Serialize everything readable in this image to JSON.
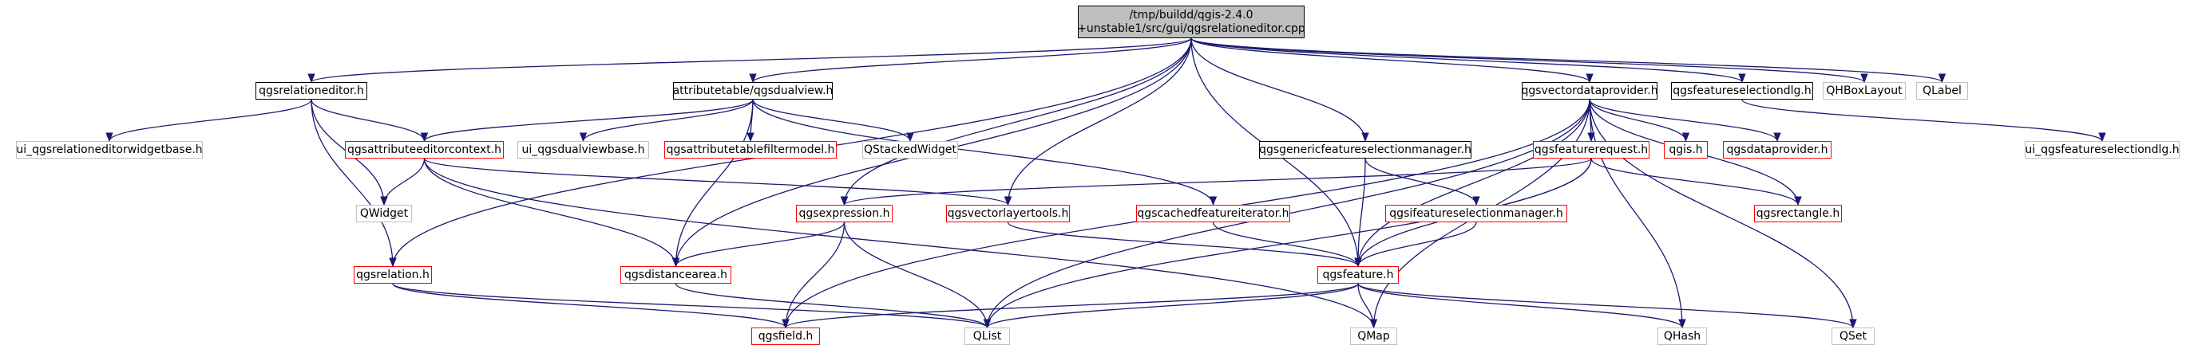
{
  "colors": {
    "edge": "#191970",
    "missing_border": "#ff0000",
    "local_border": "#000000",
    "system_border": "#bfbfbf",
    "root_fill": "#bfbfbf"
  },
  "nodes": {
    "root": {
      "line1": "/tmp/buildd/qgis-2.4.0",
      "line2": "+unstable1/src/gui/qgsrelationeditor.cpp"
    },
    "qgsrelationeditor_h": "qgsrelationeditor.h",
    "attributetable_qgsdualview_h": "attributetable/qgsdualview.h",
    "qgsvectordataprovider_h": "qgsvectordataprovider.h",
    "qgsfeatureselectiondlg_h": "qgsfeatureselectiondlg.h",
    "QHBoxLayout": "QHBoxLayout",
    "QLabel": "QLabel",
    "ui_qgsrelationeditorwidgetbase_h": "ui_qgsrelationeditorwidgetbase.h",
    "qgsattributeeditorcontext_h": "qgsattributeeditorcontext.h",
    "ui_qgsdualviewbase_h": "ui_qgsdualviewbase.h",
    "qgsattributetablefiltermodel_h": "qgsattributetablefiltermodel.h",
    "QStackedWidget": "QStackedWidget",
    "qgsgenericfeatureselectionmanager_h": "qgsgenericfeatureselectionmanager.h",
    "qgsfeaturerequest_h": "qgsfeaturerequest.h",
    "qgis_h": "qgis.h",
    "qgsdataprovider_h": "qgsdataprovider.h",
    "ui_qgsfeatureselectiondlg_h": "ui_qgsfeatureselectiondlg.h",
    "QWidget": "QWidget",
    "qgsexpression_h": "qgsexpression.h",
    "qgsvectorlayertools_h": "qgsvectorlayertools.h",
    "qgscachedfeatureiterator_h": "qgscachedfeatureiterator.h",
    "qgsifeatureselectionmanager_h": "qgsifeatureselectionmanager.h",
    "qgsrectangle_h": "qgsrectangle.h",
    "qgsrelation_h": "qgsrelation.h",
    "qgsdistancearea_h": "qgsdistancearea.h",
    "qgsfeature_h": "qgsfeature.h",
    "qgsfield_h": "qgsfield.h",
    "QList": "QList",
    "QMap": "QMap",
    "QHash": "QHash",
    "QSet": "QSet"
  }
}
